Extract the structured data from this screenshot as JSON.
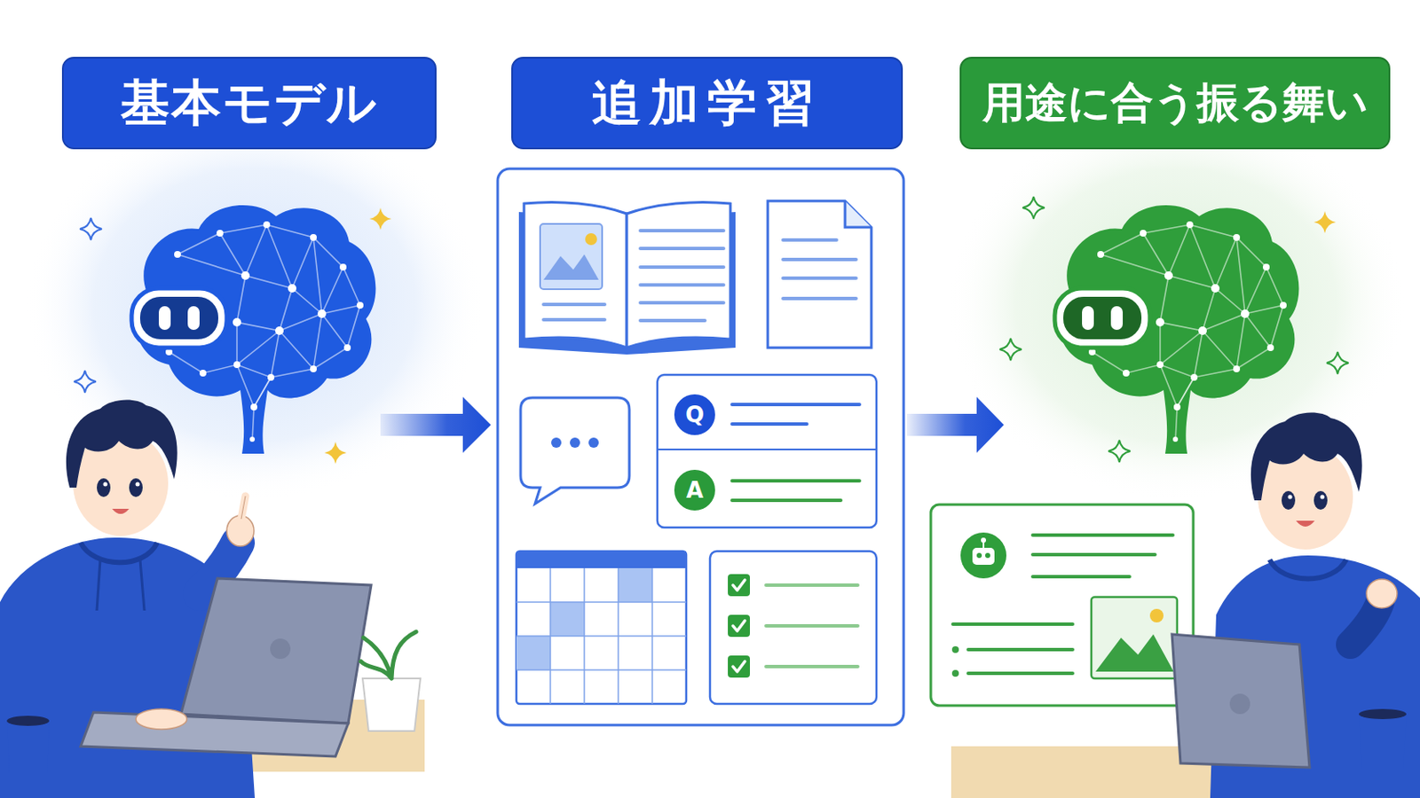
{
  "diagram": {
    "nodes": [
      {
        "text": [
          "基本モデル"
        ]
      },
      {
        "text": [
          "追加学習"
        ]
      },
      {
        "text": [
          "用途に合う振る舞い"
        ]
      },
      {
        "text": [
          "Q"
        ]
      },
      {
        "text": [
          "A"
        ]
      }
    ]
  }
}
